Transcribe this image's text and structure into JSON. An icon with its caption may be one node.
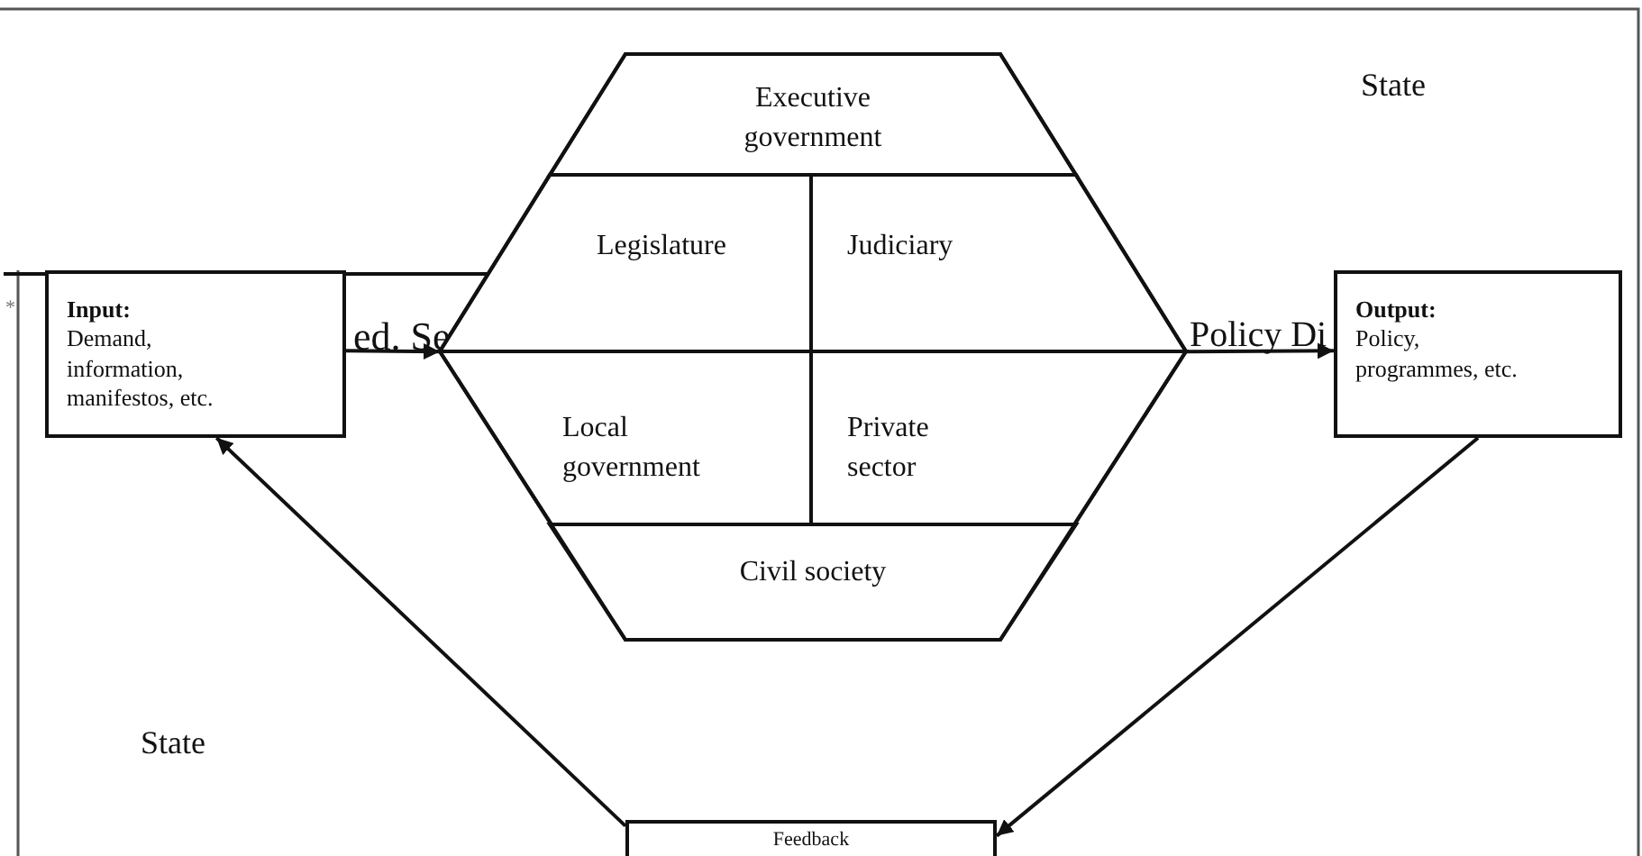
{
  "diagram": {
    "nodes": [
      {
        "text": [
          "Input:",
          "Demand, information, manifestos, etc."
        ]
      },
      {
        "text": [],
        "shape": "hexagon"
      },
      {
        "text": [
          "Executive government"
        ],
        "in": 1
      },
      {
        "text": [
          "Legislature"
        ],
        "in": 1
      },
      {
        "text": [
          "Judiciary"
        ],
        "in": 1
      },
      {
        "text": [
          "Local government"
        ],
        "in": 1
      },
      {
        "text": [
          "Private sector"
        ],
        "in": 1
      },
      {
        "text": [
          "Civil society"
        ],
        "in": 1
      },
      {
        "text": [
          "Output:",
          "Policy, programmes, etc."
        ]
      },
      {
        "text": [
          "Feedback"
        ]
      }
    ],
    "edges": [
      {
        "from": 0,
        "to": 1,
        "arrow": "to"
      },
      {
        "from": 1,
        "to": 8,
        "arrow": "to"
      },
      {
        "from": 8,
        "to": 9,
        "arrow": "to"
      },
      {
        "from": 9,
        "to": 0,
        "arrow": "to"
      }
    ],
    "labels": [
      "State",
      "*",
      "ed. Se",
      "Policy Di",
      "State"
    ]
  }
}
